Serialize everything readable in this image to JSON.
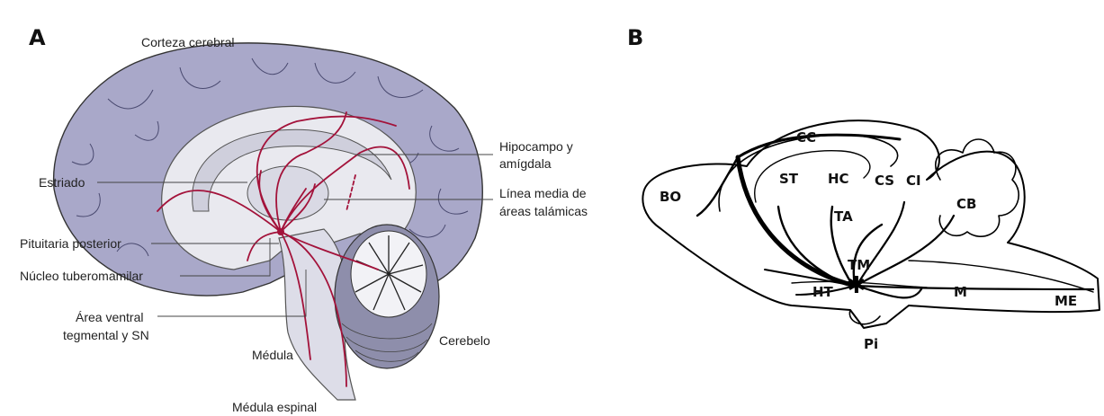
{
  "panel_a": {
    "letter": "A",
    "labels": {
      "cortex": "Corteza cerebral",
      "hippocampus_1": "Hipocampo y",
      "hippocampus_2": "amígdala",
      "striatum": "Estriado",
      "thalamic_1": "Línea media de",
      "thalamic_2": "áreas talámicas",
      "pituitary": "Pituitaria posterior",
      "tuberomammillary": "Núcleo tuberomamilar",
      "vta_1": "Área ventral",
      "vta_2": "tegmental y SN",
      "medulla": "Médula",
      "cerebellum": "Cerebelo",
      "spinal_cord": "Médula espinal"
    },
    "colors": {
      "cortex_fill": "#a9a8c9",
      "projection": "#a3123a",
      "inner_fill": "#e9e9ef"
    }
  },
  "panel_b": {
    "letter": "B",
    "labels": {
      "cc": "CC",
      "st": "ST",
      "hc": "HC",
      "cs": "CS",
      "ci": "CI",
      "bo": "BO",
      "ta": "TA",
      "cb": "CB",
      "tm": "TM",
      "ht": "HT",
      "m": "M",
      "me": "ME",
      "pi": "Pi"
    }
  }
}
